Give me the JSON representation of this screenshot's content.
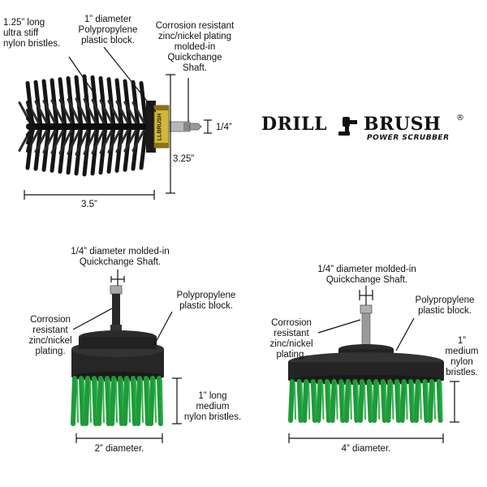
{
  "logo": {
    "word_left": "DRILL",
    "word_right": "BRUSH",
    "registered_mark": "®",
    "tagline": "POWER SCRUBBER",
    "brand_color": "#111111",
    "icon": "drill-icon"
  },
  "products": [
    {
      "id": "bullet-brush",
      "bristle_color": "#151515",
      "labels": {
        "bristles": [
          "1.25” long",
          "ultra stiff",
          "nylon bristles."
        ],
        "block": [
          "1” diameter",
          "Polypropylene",
          "plastic block."
        ],
        "shaft": [
          "Corrosion resistant",
          "zinc/nickel plating",
          "molded-in",
          "Quickchange",
          "Shaft."
        ],
        "shaft_size": "1/4”",
        "height": "3.25”",
        "width": "3.5”",
        "block_band": "LLBRUSH"
      }
    },
    {
      "id": "small-round-brush",
      "bristle_color": "#1f9a3a",
      "labels": {
        "shaft": [
          "1/4” diameter molded-in",
          "Quickchange Shaft."
        ],
        "block": [
          "Polypropylene",
          "plastic block."
        ],
        "plating": [
          "Corrosion",
          "resistant",
          "zinc/nickel",
          "plating."
        ],
        "bristles": [
          "1” long",
          "medium",
          "nylon bristles."
        ],
        "diameter": "2” diameter."
      }
    },
    {
      "id": "large-round-brush",
      "bristle_color": "#1f9a3a",
      "labels": {
        "shaft": [
          "1/4” diameter molded-in",
          "Quickchange Shaft."
        ],
        "block": [
          "Polypropylene",
          "plastic block."
        ],
        "plating": [
          "Corrosion",
          "resistant",
          "zinc/nickel",
          "plating."
        ],
        "bristles": [
          "1”",
          "medium",
          "nylon",
          "bristles."
        ],
        "diameter": "4” diameter."
      }
    }
  ]
}
